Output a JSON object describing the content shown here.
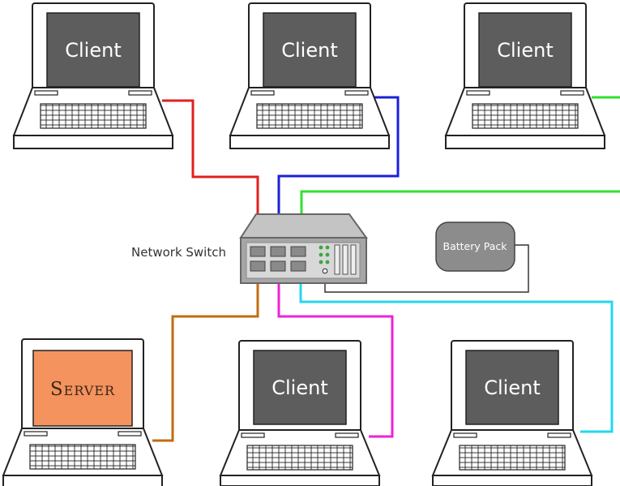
{
  "nodes": {
    "client_1": {
      "label": "Client"
    },
    "client_2": {
      "label": "Client"
    },
    "client_3": {
      "label": "Client"
    },
    "server": {
      "label": "Server"
    },
    "client_4": {
      "label": "Client"
    },
    "client_5": {
      "label": "Client"
    }
  },
  "switch": {
    "label": "Network Switch"
  },
  "battery": {
    "label": "Battery Pack"
  },
  "colors": {
    "screen": "#5d5d5d",
    "server_screen": "#f4935e",
    "cable_client_1": "#e02020",
    "cable_client_2": "#1c20d8",
    "cable_client_3": "#2fe22f",
    "cable_server": "#c26c12",
    "cable_client_4": "#ee22d8",
    "cable_client_5": "#22d8ee",
    "cable_battery": "#333333"
  }
}
